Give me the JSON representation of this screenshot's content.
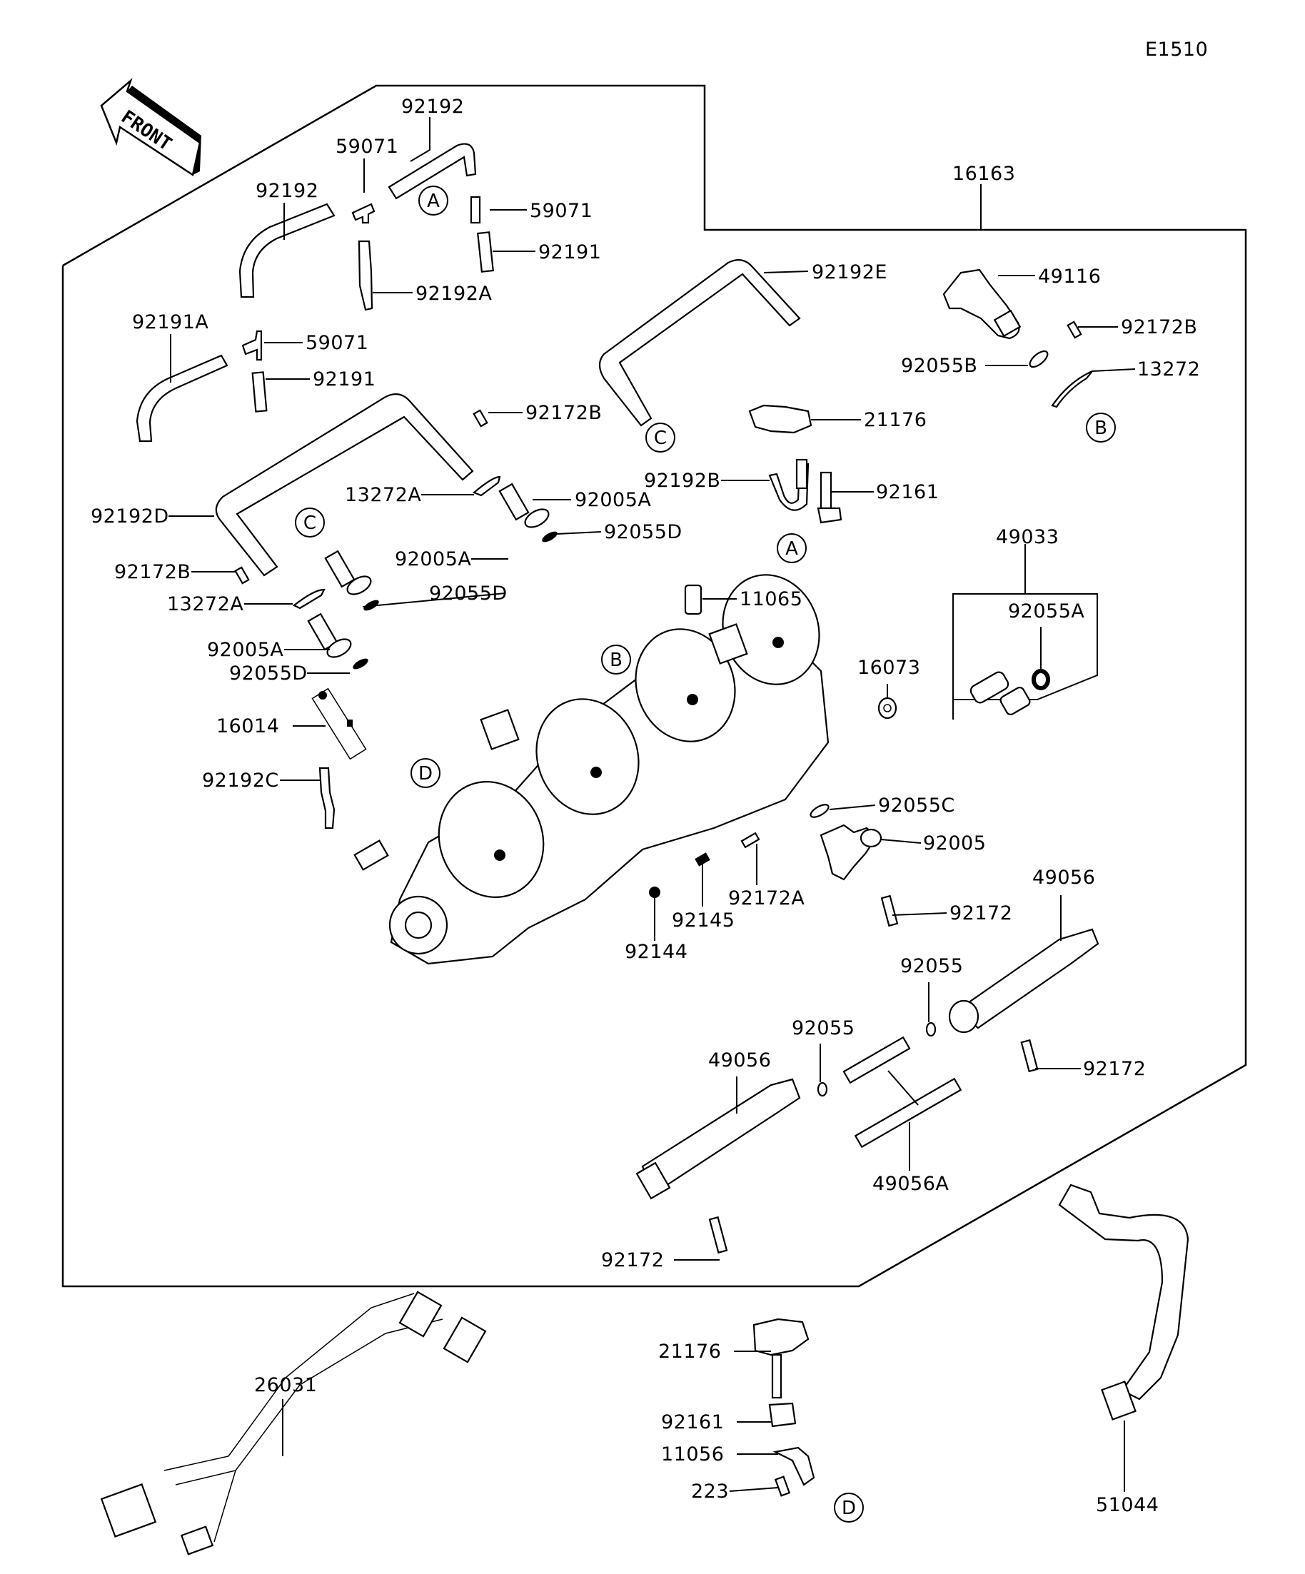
{
  "diagram": {
    "code": "E1510",
    "front_label": "FRONT",
    "assembly_part": "16163",
    "labels": [
      {
        "id": "l1",
        "text": "92192"
      },
      {
        "id": "l2",
        "text": "59071"
      },
      {
        "id": "l3",
        "text": "92192"
      },
      {
        "id": "l4",
        "text": "59071"
      },
      {
        "id": "l5",
        "text": "92191"
      },
      {
        "id": "l6",
        "text": "92192A"
      },
      {
        "id": "l7",
        "text": "92191A"
      },
      {
        "id": "l8",
        "text": "59071"
      },
      {
        "id": "l9",
        "text": "92191"
      },
      {
        "id": "l10",
        "text": "16163"
      },
      {
        "id": "l11",
        "text": "92192E"
      },
      {
        "id": "l12",
        "text": "49116"
      },
      {
        "id": "l13",
        "text": "92172B"
      },
      {
        "id": "l14",
        "text": "92055B"
      },
      {
        "id": "l15",
        "text": "13272"
      },
      {
        "id": "l16",
        "text": "21176"
      },
      {
        "id": "l17",
        "text": "92172B"
      },
      {
        "id": "l18",
        "text": "92192B"
      },
      {
        "id": "l19",
        "text": "92161"
      },
      {
        "id": "l20",
        "text": "13272A"
      },
      {
        "id": "l21",
        "text": "92005A"
      },
      {
        "id": "l22",
        "text": "92055D"
      },
      {
        "id": "l23",
        "text": "92192D"
      },
      {
        "id": "l24",
        "text": "92005A"
      },
      {
        "id": "l25",
        "text": "92055D"
      },
      {
        "id": "l26",
        "text": "92172B"
      },
      {
        "id": "l27",
        "text": "13272A"
      },
      {
        "id": "l28",
        "text": "49033"
      },
      {
        "id": "l29",
        "text": "92055A"
      },
      {
        "id": "l30",
        "text": "11065"
      },
      {
        "id": "l31",
        "text": "92005A"
      },
      {
        "id": "l32",
        "text": "92055D"
      },
      {
        "id": "l33",
        "text": "16073"
      },
      {
        "id": "l34",
        "text": "16014"
      },
      {
        "id": "l35",
        "text": "92192C"
      },
      {
        "id": "l36",
        "text": "92055C"
      },
      {
        "id": "l37",
        "text": "92005"
      },
      {
        "id": "l38",
        "text": "49056"
      },
      {
        "id": "l39",
        "text": "92172A"
      },
      {
        "id": "l40",
        "text": "92145"
      },
      {
        "id": "l41",
        "text": "92172"
      },
      {
        "id": "l42",
        "text": "92144"
      },
      {
        "id": "l43",
        "text": "92055"
      },
      {
        "id": "l44",
        "text": "92055"
      },
      {
        "id": "l45",
        "text": "49056"
      },
      {
        "id": "l46",
        "text": "92172"
      },
      {
        "id": "l47",
        "text": "49056A"
      },
      {
        "id": "l48",
        "text": "92172"
      },
      {
        "id": "l49",
        "text": "21176"
      },
      {
        "id": "l50",
        "text": "26031"
      },
      {
        "id": "l51",
        "text": "92161"
      },
      {
        "id": "l52",
        "text": "11056"
      },
      {
        "id": "l53",
        "text": "223"
      },
      {
        "id": "l54",
        "text": "51044"
      }
    ],
    "reference_markers": [
      {
        "id": "m1",
        "text": "A"
      },
      {
        "id": "m2",
        "text": "C"
      },
      {
        "id": "m3",
        "text": "B"
      },
      {
        "id": "m4",
        "text": "A"
      },
      {
        "id": "m5",
        "text": "C"
      },
      {
        "id": "m6",
        "text": "B"
      },
      {
        "id": "m7",
        "text": "D"
      },
      {
        "id": "m8",
        "text": "D"
      }
    ]
  }
}
